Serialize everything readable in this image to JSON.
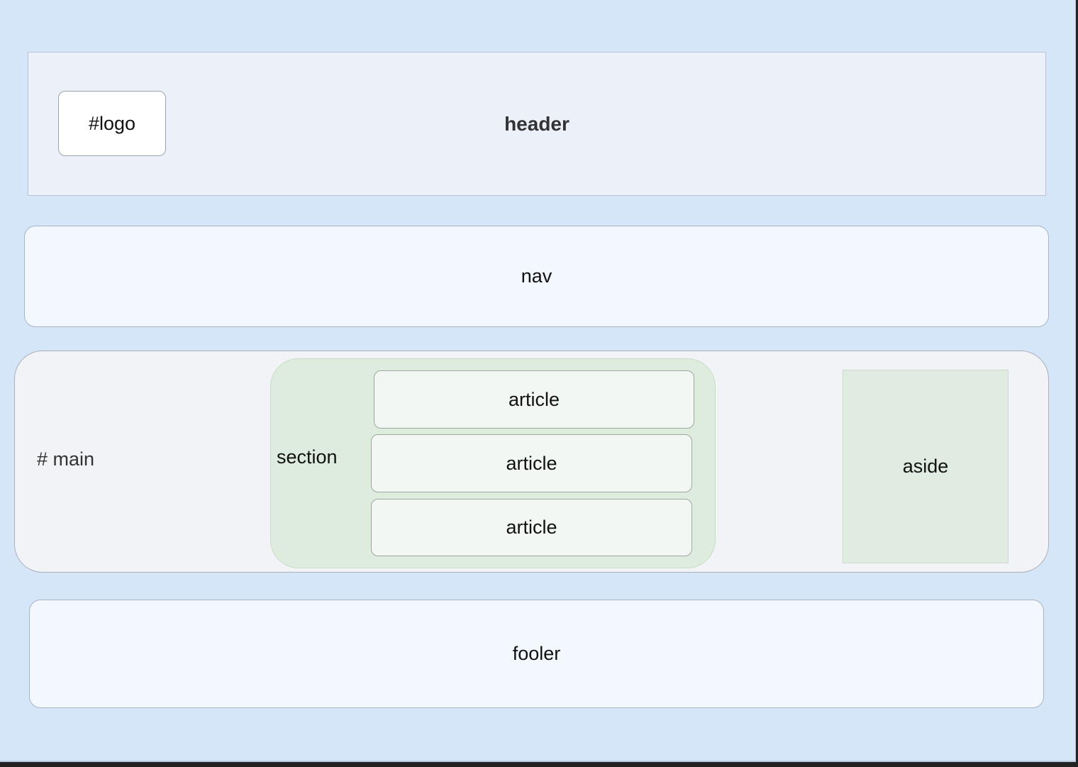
{
  "diagram": {
    "header": {
      "label": "header"
    },
    "logo": {
      "label": "#logo"
    },
    "nav": {
      "label": "nav"
    },
    "main": {
      "label": "# main",
      "section": {
        "label": "section",
        "articles": [
          {
            "label": "article"
          },
          {
            "label": "article"
          },
          {
            "label": "article"
          }
        ]
      },
      "aside": {
        "label": "aside"
      }
    },
    "footer": {
      "label": "fooler"
    }
  },
  "colors": {
    "background": "#d6e6f9",
    "header_fill": "#ecf0f9",
    "nav_footer_fill": "#f3f7fe",
    "main_fill": "#f2f3f6",
    "section_fill": "#deecdd",
    "aside_fill": "#e0ebe2",
    "article_fill": "#f3f7f4"
  }
}
